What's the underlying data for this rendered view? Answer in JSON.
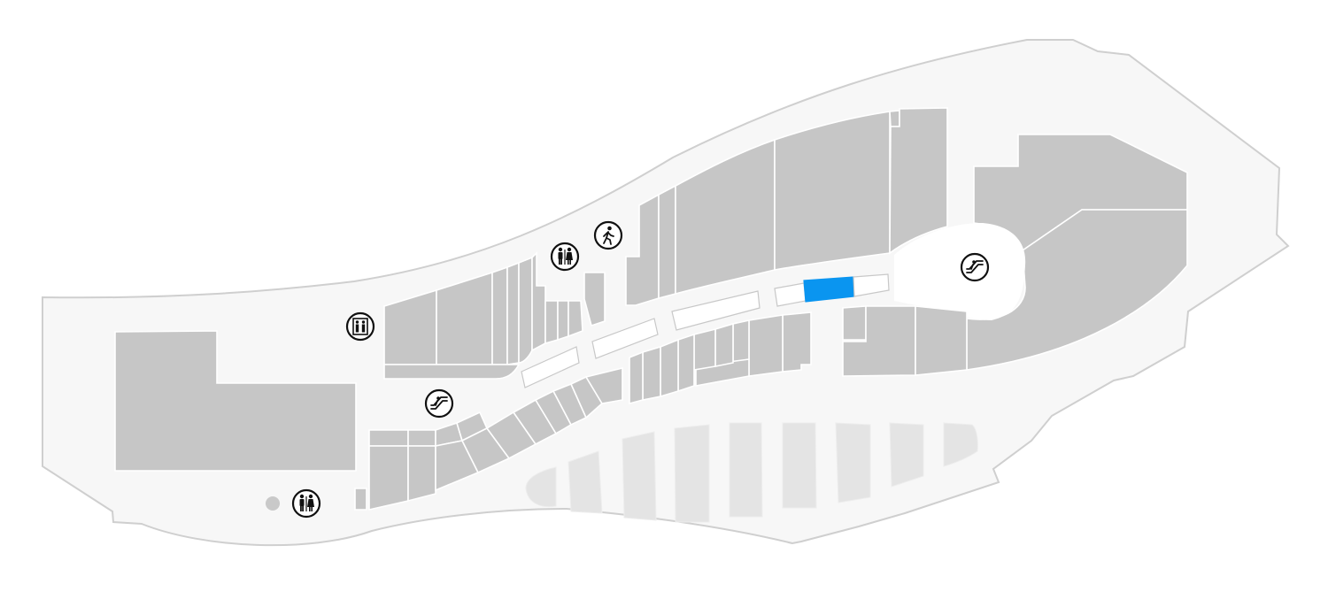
{
  "map": {
    "floor_name": "",
    "colors": {
      "background": "#ffffff",
      "outline_fill": "#f7f7f7",
      "outline_stroke": "#cfcfcf",
      "unit": "#c6c6c6",
      "selected": "#0a95f0",
      "parking": "#e4e4e4",
      "icon": "#111111"
    },
    "selected_unit": "kiosk-e1",
    "amenities": [
      {
        "type": "restrooms",
        "icon": "restroom-icon"
      },
      {
        "type": "elevator",
        "icon": "elevator-icon"
      },
      {
        "type": "exit",
        "icon": "walking-person-icon"
      },
      {
        "type": "escalator",
        "icon": "escalator-icon"
      },
      {
        "type": "restrooms",
        "icon": "restroom-icon"
      },
      {
        "type": "escalator",
        "icon": "escalator-icon"
      }
    ]
  }
}
